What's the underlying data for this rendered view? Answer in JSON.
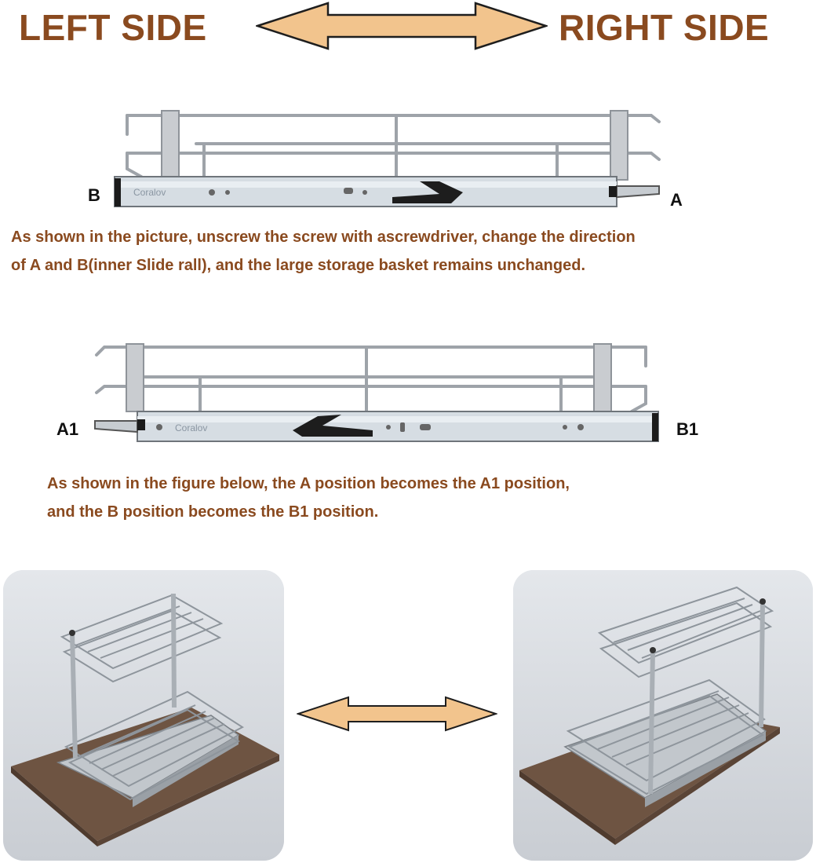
{
  "colors": {
    "heading": "#8a4a1f",
    "caption": "#8a4a1f",
    "arrow_fill": "#f2c48d",
    "arrow_stroke": "#1e1e1e",
    "metal": "#b9bec4",
    "wood": "#6e5442"
  },
  "header": {
    "left_label": "LEFT SIDE",
    "right_label": "RIGHT SIDE",
    "arrow_icon": "double-arrow-icon"
  },
  "diagram_top": {
    "brand": "Coralov",
    "label_left": "B",
    "label_right": "A",
    "caption_line1": "As shown in the picture, unscrew the screw with ascrewdriver, change the direction",
    "caption_line2": "of A and B(inner Slide rall), and the large storage basket remains unchanged."
  },
  "diagram_bottom": {
    "brand": "Coralov",
    "label_left": "A1",
    "label_right": "B1",
    "caption_line1": "As shown in the figure below, the A position becomes the A1 position,",
    "caption_line2": "and the B position becomes the B1 position."
  },
  "photos": {
    "middle_arrow_icon": "double-arrow-icon"
  }
}
